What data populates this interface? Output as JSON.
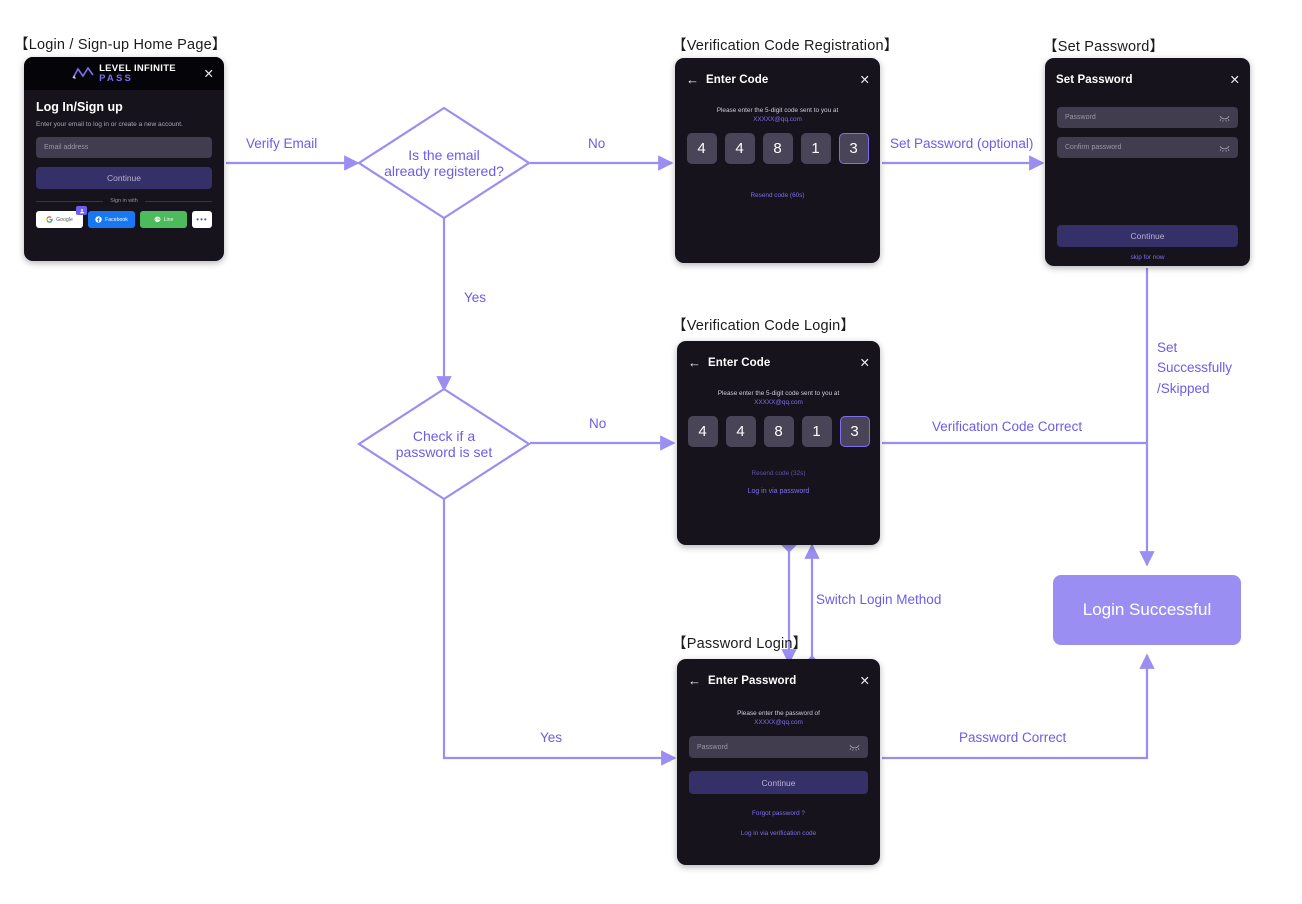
{
  "theme": {
    "accent": "#7d6ef0",
    "edge": "#9a8ef2",
    "label_text": "#6c5ce7",
    "card_bg": "#16131c",
    "field_bg": "#413c4e",
    "digit_bg": "#4a4458",
    "primary_btn": "#363069",
    "terminal_bg": "#9a8ef2",
    "page_bg": "#ffffff"
  },
  "captions": {
    "login_home": "【Login / Sign-up Home Page】",
    "code_registration": "【Verification Code Registration】",
    "set_password": "【Set Password】",
    "code_login": "【Verification Code Login】",
    "password_login": "【Password Login】"
  },
  "login_card": {
    "logo_line1": "LEVEL INFINITE",
    "logo_line2": "PASS",
    "close_icon": "close-icon",
    "title": "Log In/Sign up",
    "subtitle": "Enter your email to log in or create a new account.",
    "email_placeholder": "Email address",
    "continue_label": "Continue",
    "divider_label": "Sign in with",
    "social": [
      {
        "name": "Google",
        "id": "google"
      },
      {
        "name": "Facebook",
        "id": "facebook"
      },
      {
        "name": "Line",
        "id": "line"
      },
      {
        "name": "•••",
        "id": "more"
      }
    ]
  },
  "code_registration_card": {
    "back_icon": "arrow-left-icon",
    "title": "Enter Code",
    "close_icon": "close-icon",
    "lead": "Please enter the 5-digit code sent to you at",
    "email": "XXXXX@qq.com",
    "digits": [
      "4",
      "4",
      "8",
      "1",
      "3"
    ],
    "active_index": 4,
    "resend_label": "Resend code (60s)"
  },
  "set_password_card": {
    "title": "Set Password",
    "close_icon": "close-icon",
    "password_placeholder": "Password",
    "confirm_placeholder": "Confirm password",
    "continue_label": "Continue",
    "skip_label": "skip for now"
  },
  "code_login_card": {
    "back_icon": "arrow-left-icon",
    "title": "Enter Code",
    "close_icon": "close-icon",
    "lead": "Please enter the 5-digit code sent to you at",
    "email": "XXXXX@qq.com",
    "digits": [
      "4",
      "4",
      "8",
      "1",
      "3"
    ],
    "active_index": 4,
    "resend_label": "Resend code (32s)",
    "switch_label": "Log in via password"
  },
  "password_login_card": {
    "back_icon": "arrow-left-icon",
    "title": "Enter Password",
    "close_icon": "close-icon",
    "lead": "Please enter the password of",
    "email": "XXXXX@qq.com",
    "password_placeholder": "Password",
    "continue_label": "Continue",
    "forgot_label": "Forgot password ?",
    "switch_label": "Log in via verification code"
  },
  "decisions": {
    "email_registered": "Is the email\nalready registered?",
    "password_set": "Check if a\npassword is set"
  },
  "terminal": {
    "login_successful": "Login Successful"
  },
  "edge_labels": {
    "verify_email": "Verify Email",
    "registered_no": "No",
    "registered_yes": "Yes",
    "set_password_optional": "Set Password (optional)",
    "password_set_no": "No",
    "password_set_yes": "Yes",
    "verification_code_correct": "Verification Code Correct",
    "password_correct": "Password Correct",
    "set_successfully_skipped": "Set\nSuccessfully\n/Skipped",
    "switch_login_method": "Switch Login Method"
  }
}
